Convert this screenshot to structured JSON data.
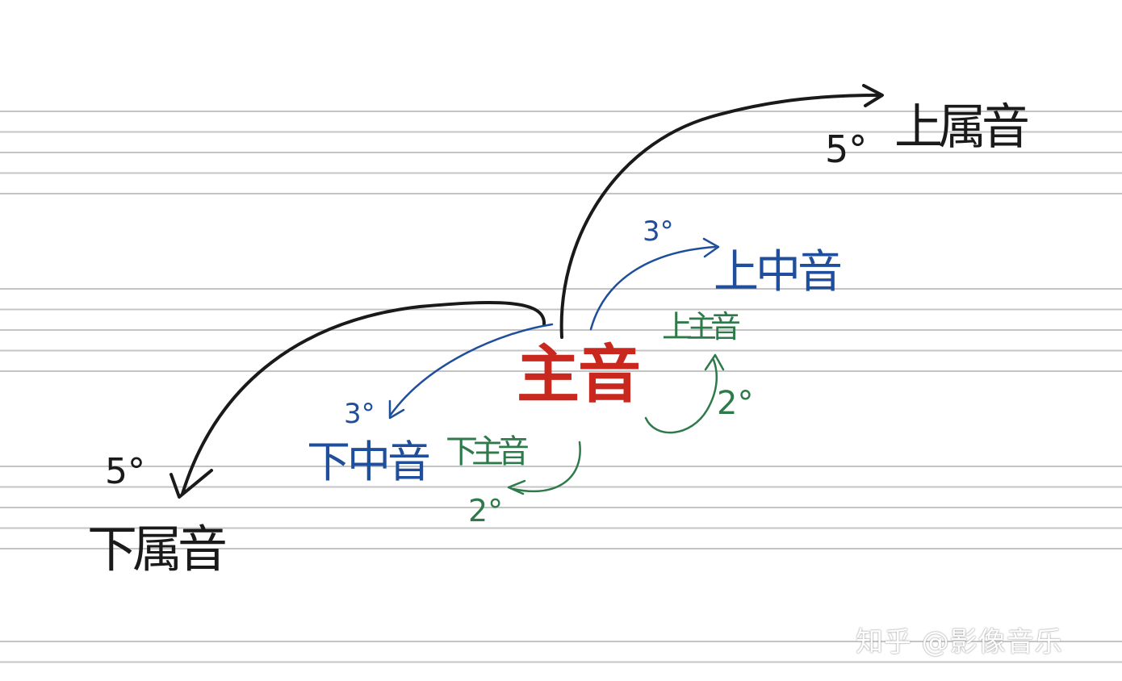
{
  "labels": {
    "tonic": "主音",
    "dominant": "上属音",
    "subdominant": "下属音",
    "mediant": "上中音",
    "submediant": "下中音",
    "supertonic": "上主音",
    "leading_tone": "下主音"
  },
  "intervals": {
    "dominant": "5°",
    "subdominant": "5°",
    "mediant": "3°",
    "submediant": "3°",
    "supertonic": "2°",
    "leading_tone": "2°"
  },
  "watermark": "知乎 @影像音乐",
  "colors": {
    "tonic": "#c8281e",
    "fifth": "#1a1a1a",
    "third": "#1f4f9c",
    "second": "#2f7a4a",
    "staff_lines": "#c4c4c4"
  }
}
